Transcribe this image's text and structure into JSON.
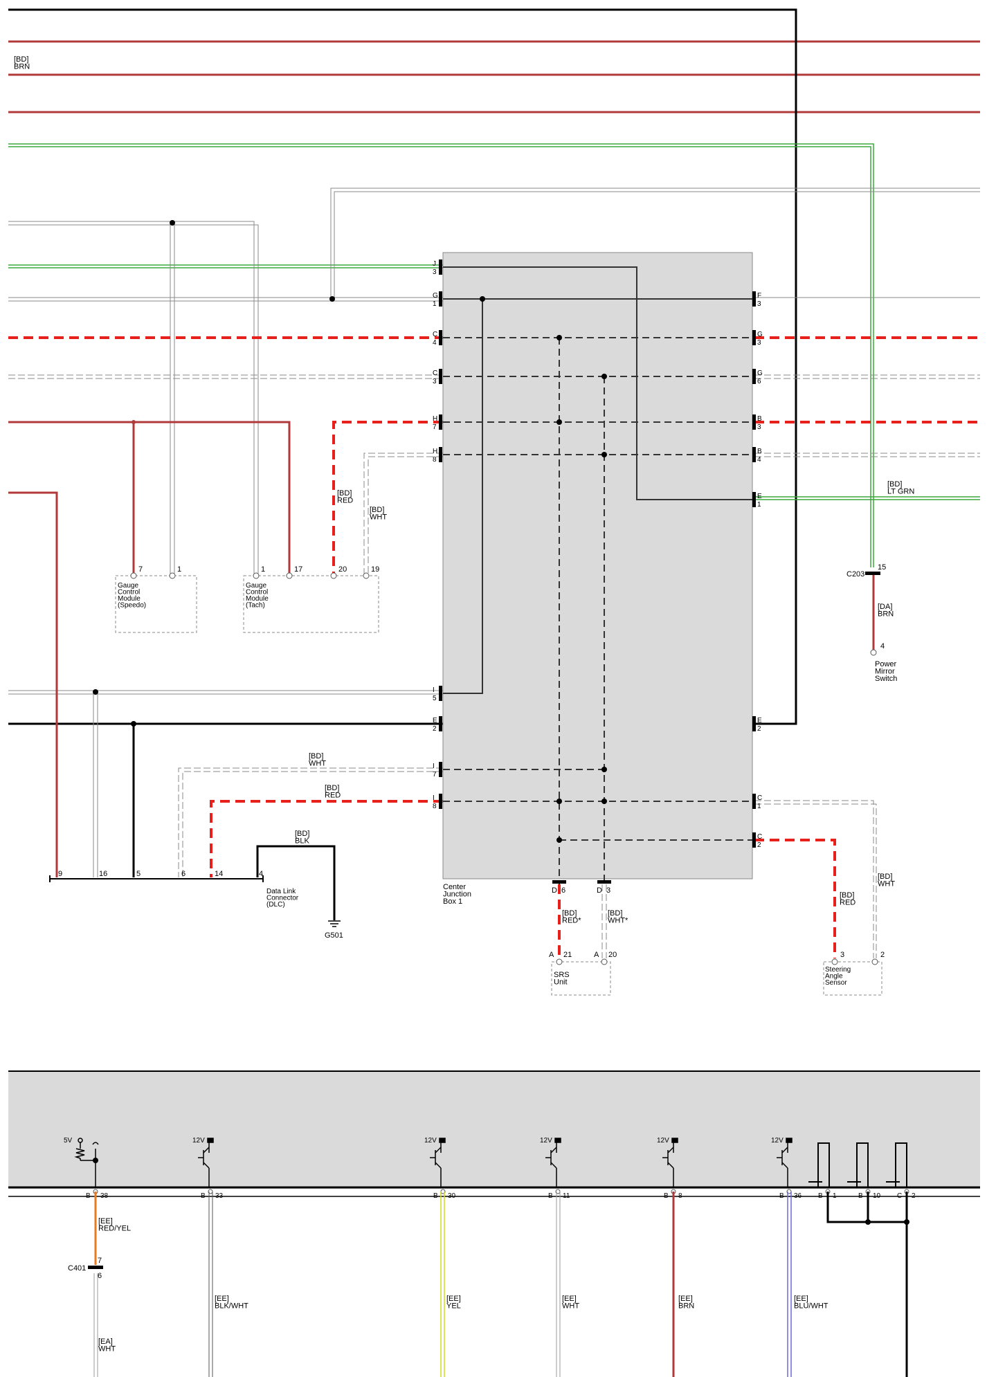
{
  "colors": {
    "brn": "#b03a3a",
    "red": "#e8201c",
    "blk": "#000000",
    "wht": "#999999",
    "grn": "#3aa83a",
    "gray_wire": "#8a8a8a",
    "box_fill": "#dadada",
    "dashed_inner": "#333333",
    "orange": "#e87a20",
    "yellow": "#d8d820",
    "blue": "#6a6ad0"
  },
  "wires": {
    "top_brn": "[BD]\nBRN",
    "ltgrn": "[BD]\nLT GRN",
    "red_mid": "[BD]\nRED",
    "wht_mid": "[BD]\nWHT",
    "brn_c203": "[DA]\nBRN",
    "wht_lower": "[BD]\nWHT",
    "red_lower": "[BD]\nRED",
    "blk_dlc": "[BD]\nBLK",
    "red_srs": "[BD]\nRED*",
    "wht_srs": "[BD]\nWHT*",
    "red_steer": "[BD]\nRED",
    "wht_steer": "[BD]\nWHT"
  },
  "components": {
    "gauge_speedo": "Gauge\nControl\nModule\n(Speedo)",
    "gauge_tach": "Gauge\nControl\nModule\n(Tach)",
    "cjb": "Center\nJunction\nBox 1",
    "dlc": "Data Link\nConnector\n(DLC)",
    "g501": "G501",
    "c203": "C203",
    "mirror": "Power\nMirror\nSwitch",
    "srs": "SRS\nUnit",
    "steering": "Steering\nAngle\nSensor",
    "c401": "C401"
  },
  "pins": {
    "speedo_7": "7",
    "speedo_1": "1",
    "tach_1": "1",
    "tach_17": "17",
    "tach_20": "20",
    "tach_19": "19",
    "c203_15": "15",
    "mirror_4": "4",
    "dlc_9": "9",
    "dlc_16": "16",
    "dlc_5": "5",
    "dlc_6": "6",
    "dlc_14": "14",
    "dlc_4": "4",
    "srs_a21": "A",
    "srs_21": "21",
    "srs_a20": "A",
    "srs_20": "20",
    "steer_3": "3",
    "steer_2": "2",
    "cjb_d6_l": "D",
    "cjb_d6_n": "6",
    "cjb_d3_l": "D",
    "cjb_d3_n": "3"
  },
  "cjb_left": [
    {
      "letter": "J",
      "num": "3"
    },
    {
      "letter": "G",
      "num": "1"
    },
    {
      "letter": "C",
      "num": "4"
    },
    {
      "letter": "C",
      "num": "3"
    },
    {
      "letter": "H",
      "num": "7"
    },
    {
      "letter": "H",
      "num": "8"
    },
    {
      "letter": "I",
      "num": "5"
    },
    {
      "letter": "E",
      "num": "2"
    },
    {
      "letter": "I",
      "num": "7"
    },
    {
      "letter": "I",
      "num": "8"
    }
  ],
  "cjb_right": [
    {
      "letter": "F",
      "num": "3"
    },
    {
      "letter": "G",
      "num": "3"
    },
    {
      "letter": "G",
      "num": "6"
    },
    {
      "letter": "B",
      "num": "3"
    },
    {
      "letter": "B",
      "num": "4"
    },
    {
      "letter": "E",
      "num": "1"
    },
    {
      "letter": "E",
      "num": "2"
    },
    {
      "letter": "C",
      "num": "1"
    },
    {
      "letter": "C",
      "num": "2"
    }
  ],
  "bottom_module": {
    "volt_5": "5V",
    "volt_12": "12V",
    "pins": [
      {
        "conn": "B",
        "num": "38"
      },
      {
        "conn": "B",
        "num": "33"
      },
      {
        "conn": "B",
        "num": "30"
      },
      {
        "conn": "B",
        "num": "11"
      },
      {
        "conn": "B",
        "num": "8"
      },
      {
        "conn": "B",
        "num": "36"
      },
      {
        "conn": "B",
        "num": "1"
      },
      {
        "conn": "B",
        "num": "10"
      },
      {
        "conn": "C",
        "num": "2"
      }
    ],
    "c401_7": "7",
    "c401_6": "6",
    "wires": [
      "[EE]\nRED/YEL",
      "[EE]\nBLK/WHT",
      "[EE]\nYEL",
      "[EE]\nWHT",
      "[EE]\nBRN",
      "[EE]\nBLU/WHT",
      "[EA]\nWHT"
    ]
  }
}
